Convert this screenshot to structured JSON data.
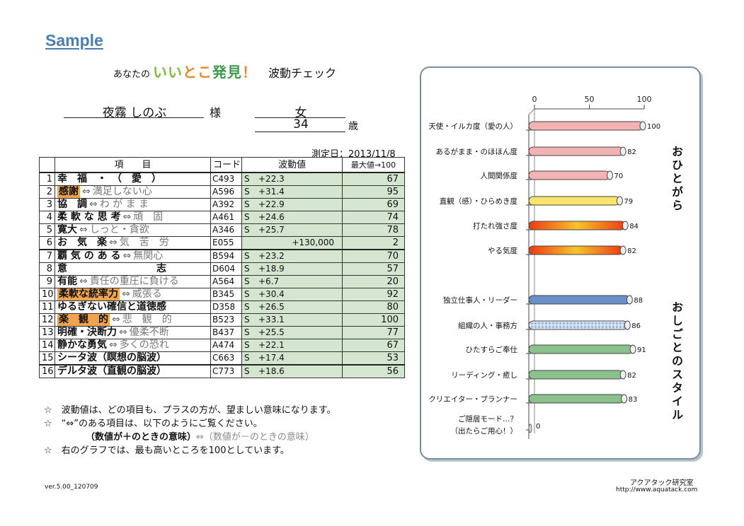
{
  "sample_label": "Sample",
  "title": {
    "pre": "あなたの",
    "main": "いいとこ発見！",
    "post": "波動チェック"
  },
  "person": {
    "name": "夜霧 しのぶ",
    "honorific": "様",
    "gender": "女",
    "age": "34",
    "age_unit": "歳"
  },
  "measure_date": "測定日：2013/11/8",
  "table": {
    "headers": {
      "no": "",
      "item": "項　　目",
      "code": "コード",
      "value": "波動値",
      "max": "最大値→100"
    },
    "rows": [
      {
        "no": "1",
        "a": "幸　福　・　（　愛　）",
        "b": "",
        "code": "C493",
        "s": "S",
        "value": "+22.3",
        "max": "67",
        "hl": ""
      },
      {
        "no": "2",
        "a": "感謝",
        "b": "満足しない心",
        "code": "A596",
        "s": "S",
        "value": "+31.4",
        "max": "95",
        "hl": "#f0a44e"
      },
      {
        "no": "3",
        "a": "協　調",
        "b": "わ が ま ま",
        "code": "A392",
        "s": "S",
        "value": "+22.9",
        "max": "69",
        "hl": ""
      },
      {
        "no": "4",
        "a": "柔 軟 な 思 考",
        "b": "頑　固",
        "code": "A461",
        "s": "S",
        "value": "+24.6",
        "max": "74",
        "hl": ""
      },
      {
        "no": "5",
        "a": "寛大",
        "b": "しっと・貪欲",
        "code": "A346",
        "s": "S",
        "value": "+25.7",
        "max": "78",
        "hl": ""
      },
      {
        "no": "6",
        "a": "お　気　楽",
        "b": "気　苦　労",
        "code": "E055",
        "s": "",
        "value": "+130,000",
        "max": "2",
        "hl": ""
      },
      {
        "no": "7",
        "a": "覇 気 の あ る",
        "b": "無関心",
        "code": "B594",
        "s": "S",
        "value": "+23.2",
        "max": "70",
        "hl": ""
      },
      {
        "no": "8",
        "a": "意　　　　　　　　　志",
        "b": "",
        "code": "D604",
        "s": "S",
        "value": "+18.9",
        "max": "57",
        "hl": ""
      },
      {
        "no": "9",
        "a": "有能",
        "b": "責任の重圧に負ける",
        "code": "A564",
        "s": "S",
        "value": "+6.7",
        "max": "20",
        "hl": ""
      },
      {
        "no": "10",
        "a": "柔軟な統率力",
        "b": "威張る",
        "code": "B345",
        "s": "S",
        "value": "+30.4",
        "max": "92",
        "hl": "#f0a44e"
      },
      {
        "no": "11",
        "a": "ゆるぎない確信と道徳感",
        "b": "",
        "code": "D358",
        "s": "S",
        "value": "+26.5",
        "max": "80",
        "hl": ""
      },
      {
        "no": "12",
        "a": "楽　観　的",
        "b": "悲　観　的",
        "code": "B523",
        "s": "S",
        "value": "+33.1",
        "max": "100",
        "hl": "#f0a44e"
      },
      {
        "no": "13",
        "a": "明確・決断力",
        "b": "優柔不断",
        "code": "B437",
        "s": "S",
        "value": "+25.5",
        "max": "77",
        "hl": ""
      },
      {
        "no": "14",
        "a": "静かな勇気",
        "b": "多くの恐れ",
        "code": "A474",
        "s": "S",
        "value": "+22.1",
        "max": "67",
        "hl": ""
      },
      {
        "no": "15",
        "a": "シータ波（瞑想の脳波）",
        "b": "",
        "code": "C663",
        "s": "S",
        "value": "+17.4",
        "max": "53",
        "hl": ""
      },
      {
        "no": "16",
        "a": "デルタ波（直観の脳波）",
        "b": "",
        "code": "C773",
        "s": "S",
        "value": "+18.6",
        "max": "56",
        "hl": ""
      }
    ],
    "arrow": "⇔"
  },
  "notes": [
    "☆　波動値は、どの項目も、プラスの方が、望ましい意味になります。",
    "☆　“⇔”のある項目は、以下のようにご覧ください。",
    "（数値が＋のときの意味）",
    "⇔（数値が－のときの意味）",
    "☆　右のグラフでは、最も高いところを100としています。"
  ],
  "version": "ver.5.00_120709",
  "lab": "アクアタック研究室",
  "url": "http://www.aquatack.com",
  "chart_data": {
    "type": "bar",
    "orientation": "horizontal",
    "xlim": [
      0,
      100
    ],
    "ticks": [
      "0",
      "50",
      "100"
    ],
    "group_labels": [
      "おひとがら",
      "おしごとのスタイル"
    ],
    "categories": [
      "天使・イルカ度（愛の人）",
      "あるがまま・のほほん度",
      "人間関係度",
      "直観（感）・ひらめき度",
      "打たれ強さ度",
      "やる気度",
      "独立仕事人・リーダー",
      "組織の人・事務方",
      "ひたすらご奉仕",
      "リーディング・癒し",
      "クリエイター・プランナー",
      "ご隠居モード…？|（出たらご用心！）"
    ],
    "values": [
      100,
      82,
      70,
      79,
      84,
      82,
      88,
      86,
      91,
      82,
      83,
      0
    ],
    "value_labels": [
      "100",
      "82",
      "70",
      "79",
      "84",
      "82",
      "88",
      "86",
      "91",
      "82",
      "83",
      "0"
    ],
    "colors": [
      "#f3b3b3",
      "#f3b3b3",
      "#f3b3b3",
      "#f8e46a",
      "#f25a1e",
      "#f25a1e",
      "#6b8fc7",
      "#b9cfe6",
      "#8cc08c",
      "#8cc08c",
      "#8cc08c",
      "#cccccc"
    ]
  }
}
